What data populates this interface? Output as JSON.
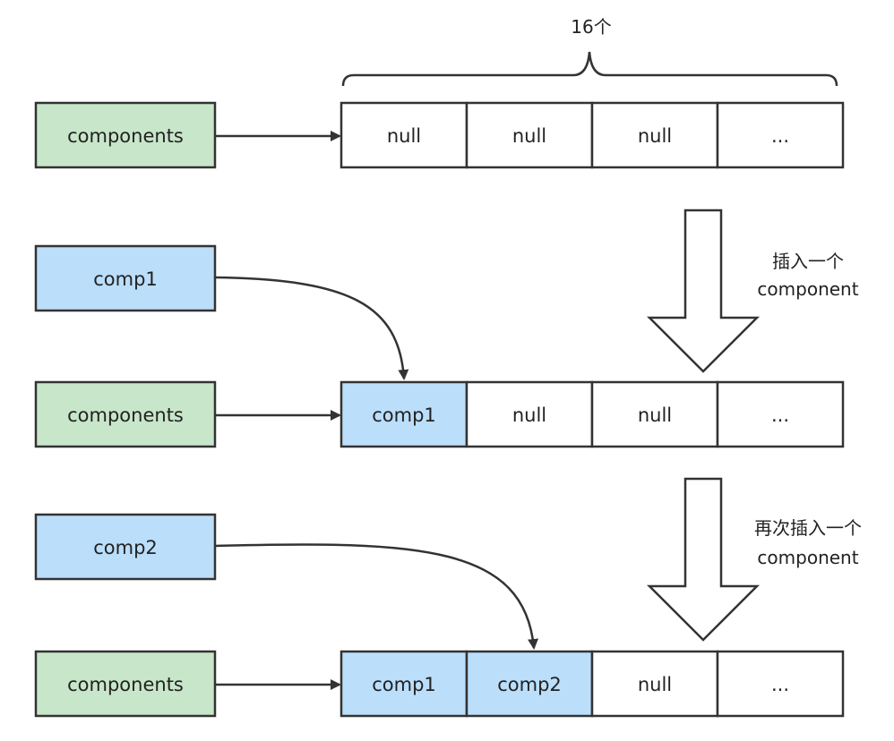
{
  "brace_label": "16个",
  "steps": [
    {
      "pointer": "components",
      "cells": [
        "null",
        "null",
        "null",
        "..."
      ],
      "highlighted": [
        false,
        false,
        false,
        false
      ]
    },
    {
      "new_component": "comp1",
      "pointer": "components",
      "cells": [
        "comp1",
        "null",
        "null",
        "..."
      ],
      "highlighted": [
        true,
        false,
        false,
        false
      ]
    },
    {
      "new_component": "comp2",
      "pointer": "components",
      "cells": [
        "comp1",
        "comp2",
        "null",
        "..."
      ],
      "highlighted": [
        true,
        true,
        false,
        false
      ]
    }
  ],
  "transitions": [
    {
      "line1": "插入一个",
      "line2": "component"
    },
    {
      "line1": "再次插入一个",
      "line2": "component"
    }
  ],
  "colors": {
    "green_fill": "#c8e6c9",
    "blue_fill": "#bbdefb",
    "cell_fill": "#ffffff",
    "stroke": "#333333"
  }
}
